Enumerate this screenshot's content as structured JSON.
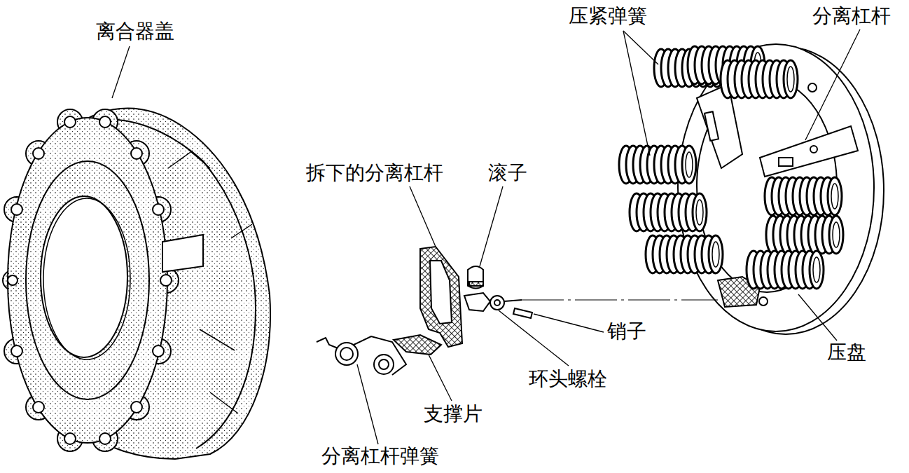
{
  "diagram": {
    "labels": [
      "离合器盖",
      "压紧弹簧",
      "分离杠杆",
      "拆下的分离杠杆",
      "滚子",
      "销子",
      "压盘",
      "环头螺栓",
      "支撑片",
      "分离杠杆弹簧"
    ]
  }
}
